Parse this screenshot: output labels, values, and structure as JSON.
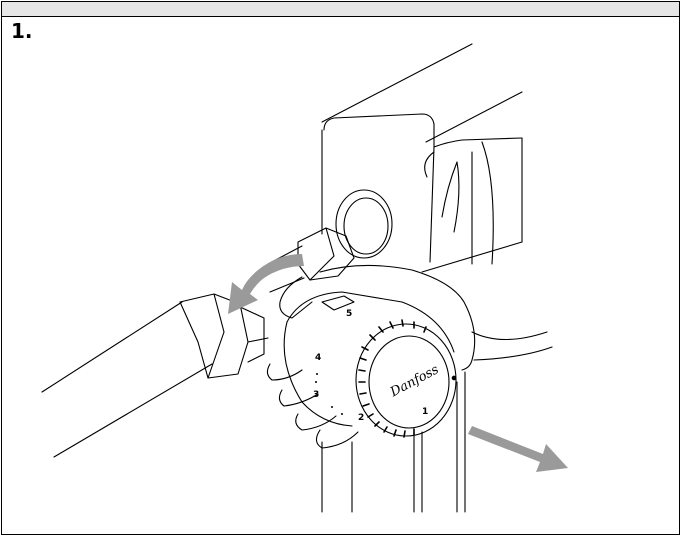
{
  "step": {
    "label": "1."
  },
  "knob": {
    "brand": "Danfoss",
    "scale_numbers": [
      "5",
      "4",
      "3",
      "2",
      "1"
    ]
  },
  "colors": {
    "header_bg": "#e6e6e6",
    "arrow": "#9a9a9a",
    "line": "#000000"
  }
}
